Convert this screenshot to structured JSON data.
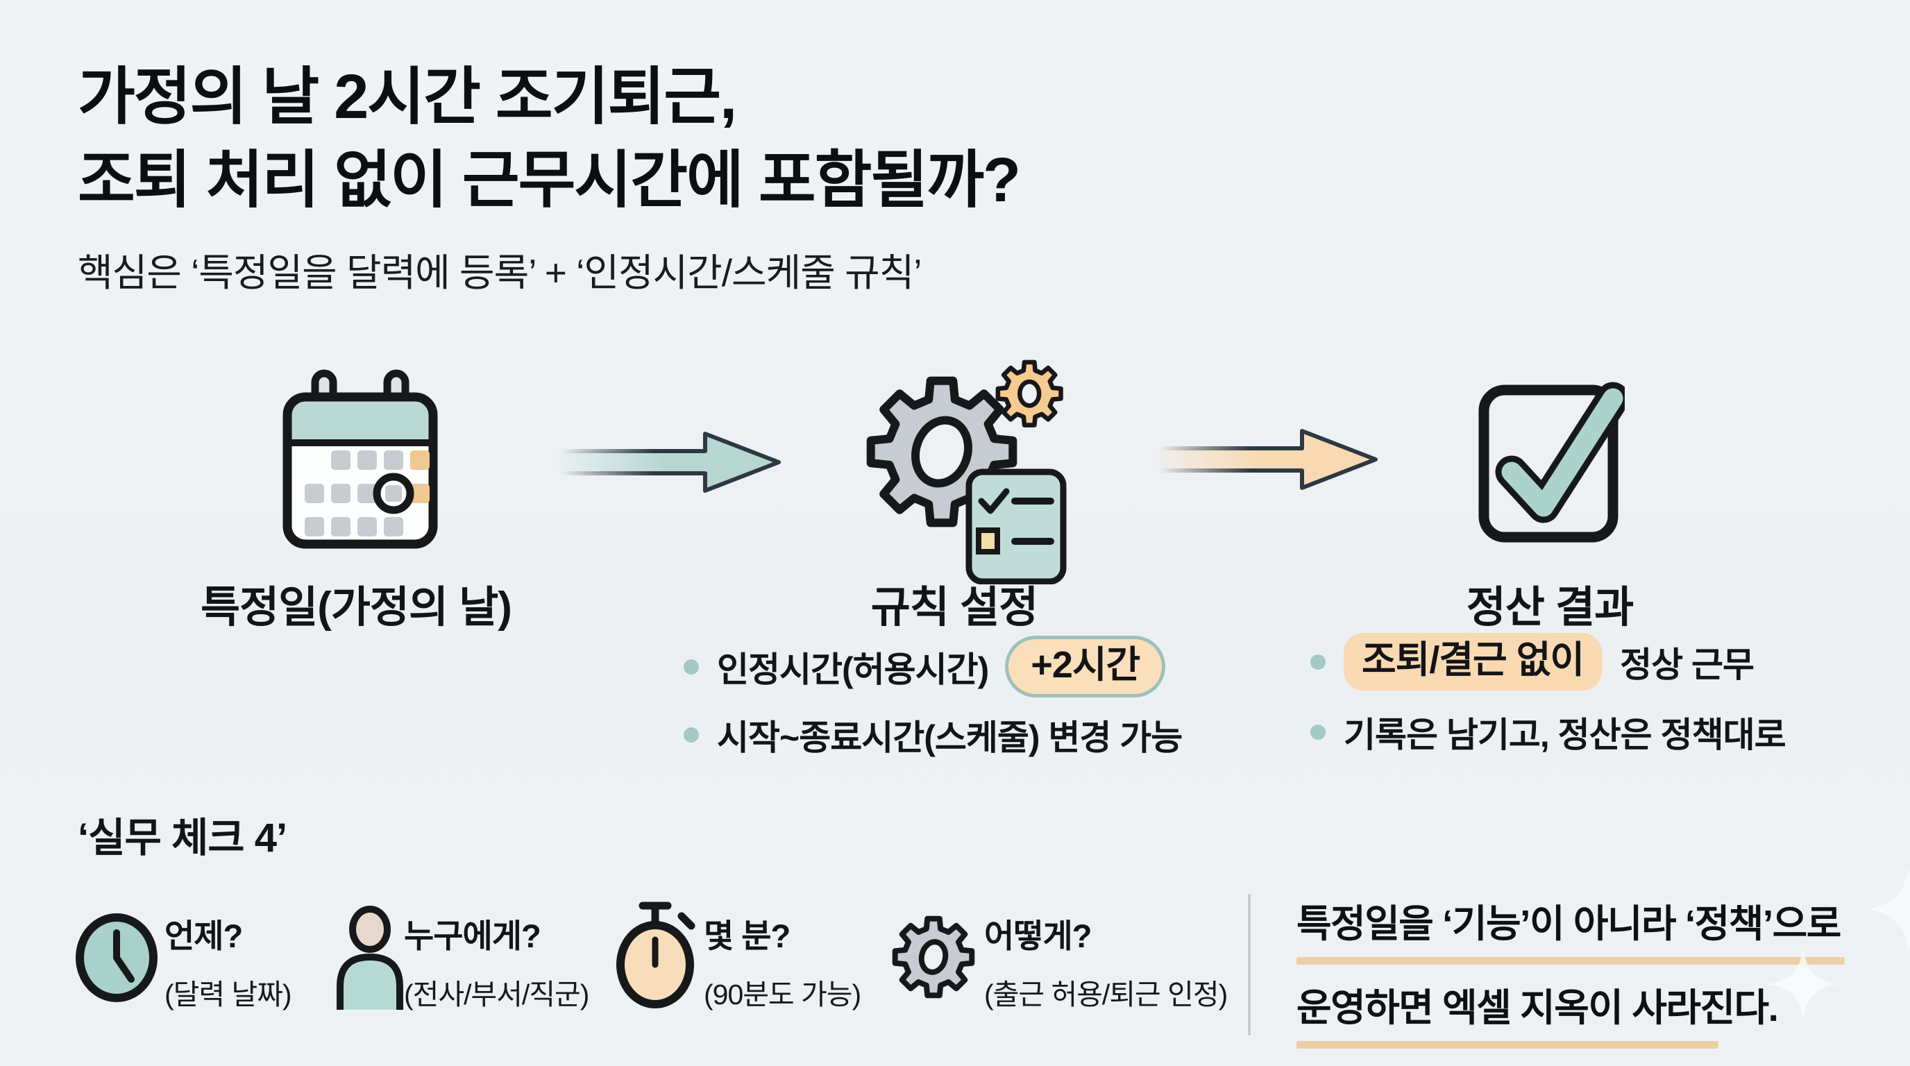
{
  "header": {
    "title_line1": "가정의 날 2시간 조기퇴근,",
    "title_line2": "조퇴 처리 없이 근무시간에 포함될까?",
    "subtitle": "핵심은 ‘특정일을 달력에 등록’ + ‘인정시간/스케줄 규칙’"
  },
  "flow": {
    "steps": [
      {
        "icon": "calendar-icon",
        "label": "특정일(가정의 날)"
      },
      {
        "icon": "gears-checklist-icon",
        "label": "규칙 설정",
        "bullets": [
          {
            "text": "인정시간(허용시간)",
            "badge": "+2시간"
          },
          {
            "text": "시작~종료시간(스케줄) 변경 가능"
          }
        ]
      },
      {
        "icon": "checkbox-icon",
        "label": "정산 결과",
        "bullets": [
          {
            "highlight": "조퇴/결근 없이",
            "text": "정상 근무"
          },
          {
            "text": "기록은 남기고, 정산은 정책대로"
          }
        ]
      }
    ]
  },
  "practice": {
    "heading": "‘실무 체크 4’",
    "items": [
      {
        "icon": "clock-icon",
        "title": "언제?",
        "subtitle": "(달력 날짜)"
      },
      {
        "icon": "person-icon",
        "title": "누구에게?",
        "subtitle": "(전사/부서/직군)"
      },
      {
        "icon": "stopwatch-icon",
        "title": "몇 분?",
        "subtitle": "(90분도 가능)"
      },
      {
        "icon": "gear-icon",
        "title": "어떻게?",
        "subtitle": "(출근 허용/퇴근 인정)"
      }
    ],
    "quote_line1": "특정일을 ‘기능’이 아니라 ‘정책’으로",
    "quote_line2": "운영하면 엑셀 지옥이 사라진다."
  },
  "colors": {
    "background": "#eef1f4",
    "outline": "#17181a",
    "teal": "#b7d6d0",
    "teal_fill": "#bad9d5",
    "peach": "#f8d9b1",
    "badge_fill": "#fadfba",
    "badge_border": "#9ec0bd",
    "highlight": "#f8d9b2",
    "underline": "#edcfa4",
    "gray_icon": "#c7ccd2",
    "divider": "#c6cad0"
  }
}
